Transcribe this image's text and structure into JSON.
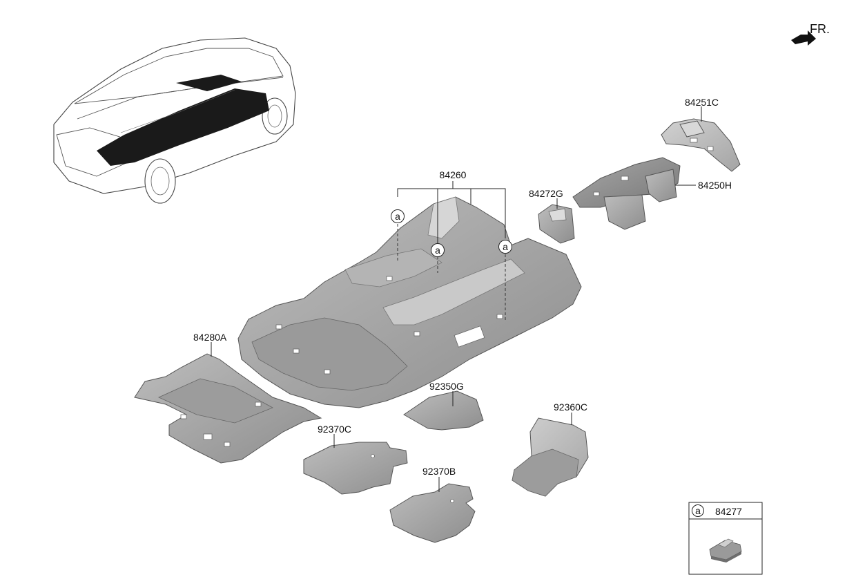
{
  "direction": {
    "label": "FR.",
    "icon": "front-direction-arrow-icon"
  },
  "callout_symbol": "a",
  "parts": {
    "p84260": "84260",
    "p84272G": "84272G",
    "p84251C": "84251C",
    "p84250H": "84250H",
    "p84280A": "84280A",
    "p92350G": "92350G",
    "p92360C": "92360C",
    "p92370C": "92370C",
    "p92370B": "92370B"
  },
  "legend": {
    "symbol": "a",
    "part": "84277"
  },
  "colors": {
    "part_fill": "#a9a9a9",
    "part_fill_light": "#c4c4c4",
    "part_fill_dark": "#8a8a8a",
    "line": "#222222"
  }
}
